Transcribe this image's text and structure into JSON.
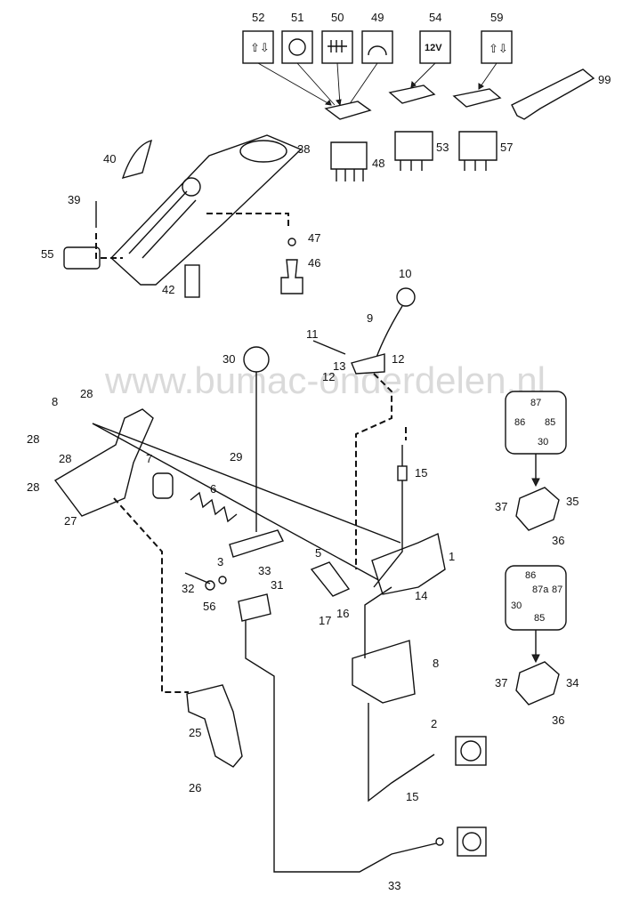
{
  "watermark": "www.bumac-onderdelen.nl",
  "switch_symbols": {
    "s52": "⇧⇩",
    "s54": "12V",
    "s59": "⇧⇩"
  },
  "relay_85": {
    "terminals": [
      "87",
      "86",
      "85",
      "30"
    ]
  },
  "relay_87a": {
    "terminals": [
      "86",
      "87a",
      "87",
      "30",
      "85"
    ]
  },
  "labels": [
    {
      "id": "52",
      "text": "52"
    },
    {
      "id": "51",
      "text": "51"
    },
    {
      "id": "50",
      "text": "50"
    },
    {
      "id": "49",
      "text": "49"
    },
    {
      "id": "54",
      "text": "54"
    },
    {
      "id": "59",
      "text": "59"
    },
    {
      "id": "99",
      "text": "99"
    },
    {
      "id": "40",
      "text": "40"
    },
    {
      "id": "38",
      "text": "38"
    },
    {
      "id": "48",
      "text": "48"
    },
    {
      "id": "53",
      "text": "53"
    },
    {
      "id": "57",
      "text": "57"
    },
    {
      "id": "39",
      "text": "39"
    },
    {
      "id": "47",
      "text": "47"
    },
    {
      "id": "55",
      "text": "55"
    },
    {
      "id": "46",
      "text": "46"
    },
    {
      "id": "42",
      "text": "42"
    },
    {
      "id": "10",
      "text": "10"
    },
    {
      "id": "9",
      "text": "9"
    },
    {
      "id": "11",
      "text": "11"
    },
    {
      "id": "13",
      "text": "13"
    },
    {
      "id": "12a",
      "text": "12"
    },
    {
      "id": "12b",
      "text": "12"
    },
    {
      "id": "30",
      "text": "30"
    },
    {
      "id": "8a",
      "text": "8"
    },
    {
      "id": "28a",
      "text": "28"
    },
    {
      "id": "28b",
      "text": "28"
    },
    {
      "id": "28c",
      "text": "28"
    },
    {
      "id": "28d",
      "text": "28"
    },
    {
      "id": "29",
      "text": "29"
    },
    {
      "id": "15a",
      "text": "15"
    },
    {
      "id": "7",
      "text": "7"
    },
    {
      "id": "6",
      "text": "6"
    },
    {
      "id": "27",
      "text": "27"
    },
    {
      "id": "37a",
      "text": "37"
    },
    {
      "id": "35",
      "text": "35"
    },
    {
      "id": "36a",
      "text": "36"
    },
    {
      "id": "1",
      "text": "1"
    },
    {
      "id": "5",
      "text": "5"
    },
    {
      "id": "3",
      "text": "3"
    },
    {
      "id": "33a",
      "text": "33"
    },
    {
      "id": "14",
      "text": "14"
    },
    {
      "id": "32",
      "text": "32"
    },
    {
      "id": "31",
      "text": "31"
    },
    {
      "id": "56",
      "text": "56"
    },
    {
      "id": "16",
      "text": "16"
    },
    {
      "id": "17",
      "text": "17"
    },
    {
      "id": "8b",
      "text": "8"
    },
    {
      "id": "37b",
      "text": "37"
    },
    {
      "id": "34",
      "text": "34"
    },
    {
      "id": "36b",
      "text": "36"
    },
    {
      "id": "2",
      "text": "2"
    },
    {
      "id": "25",
      "text": "25"
    },
    {
      "id": "26",
      "text": "26"
    },
    {
      "id": "15b",
      "text": "15"
    },
    {
      "id": "33b",
      "text": "33"
    }
  ]
}
